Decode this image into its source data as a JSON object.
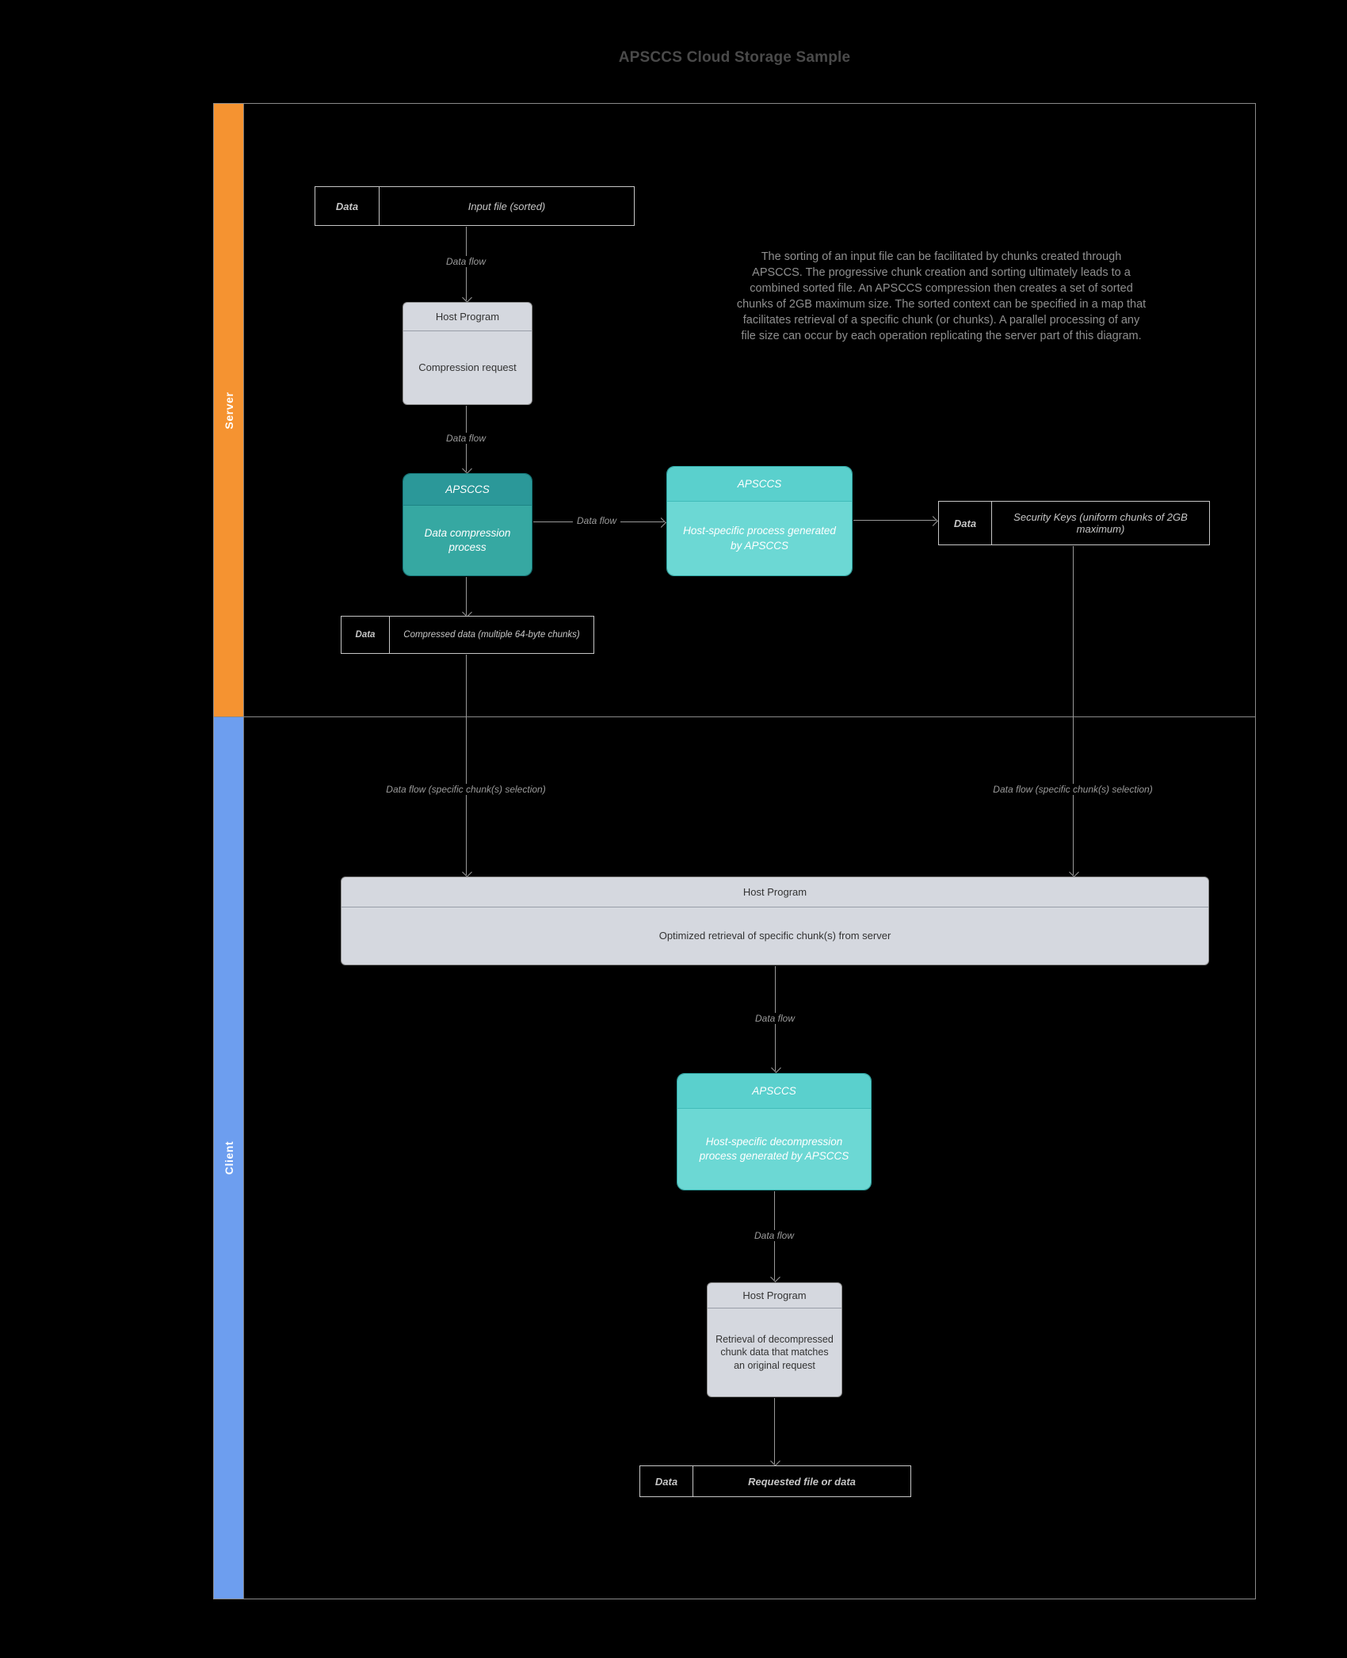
{
  "title": "APSCCS Cloud Storage Sample",
  "lanes": {
    "server": "Server",
    "client": "Client"
  },
  "note": "The sorting of an input file can be facilitated by chunks created through APSCCS. The progressive chunk creation and sorting ultimately leads to a combined sorted file. An APSCCS compression then creates a set of sorted chunks of 2GB maximum size.  The sorted context can be specified in a map that facilitates retrieval of a specific chunk (or chunks). A parallel processing of any file size can occur by each operation replicating the server part of this diagram.",
  "shapes": {
    "input_file": {
      "tag": "Data",
      "label": "Input file (sorted)"
    },
    "host_compression": {
      "header": "Host Program",
      "body": "Compression request"
    },
    "apsccs_compression": {
      "header": "APSCCS",
      "body": "Data compression process"
    },
    "apsccs_host_process": {
      "header": "APSCCS",
      "body": "Host-specific process generated by APSCCS"
    },
    "security_keys": {
      "tag": "Data",
      "label": "Security Keys  (uniform chunks of 2GB maximum)"
    },
    "compressed_data": {
      "tag": "Data",
      "label": "Compressed data (multiple 64-byte chunks)"
    },
    "host_retrieval": {
      "header": "Host Program",
      "body": "Optimized retrieval of specific chunk(s) from server"
    },
    "apsccs_decompression": {
      "header": "APSCCS",
      "body": "Host-specific decompression process generated by APSCCS"
    },
    "host_decompressed": {
      "header": "Host Program",
      "body": "Retrieval of decompressed chunk data that matches an original request"
    },
    "requested_file": {
      "tag": "Data",
      "label": "Requested file or data"
    }
  },
  "flow_labels": {
    "data_flow": "Data flow",
    "chunk_selection": "Data flow (specific chunk(s) selection)"
  },
  "colors": {
    "server_lane": "#f59331",
    "client_lane": "#6d9eef",
    "apsccs_dark_teal": "#36a8a2",
    "apsccs_light_teal": "#6cd8d4",
    "process_fill": "#d5d8df",
    "background": "#000000"
  }
}
